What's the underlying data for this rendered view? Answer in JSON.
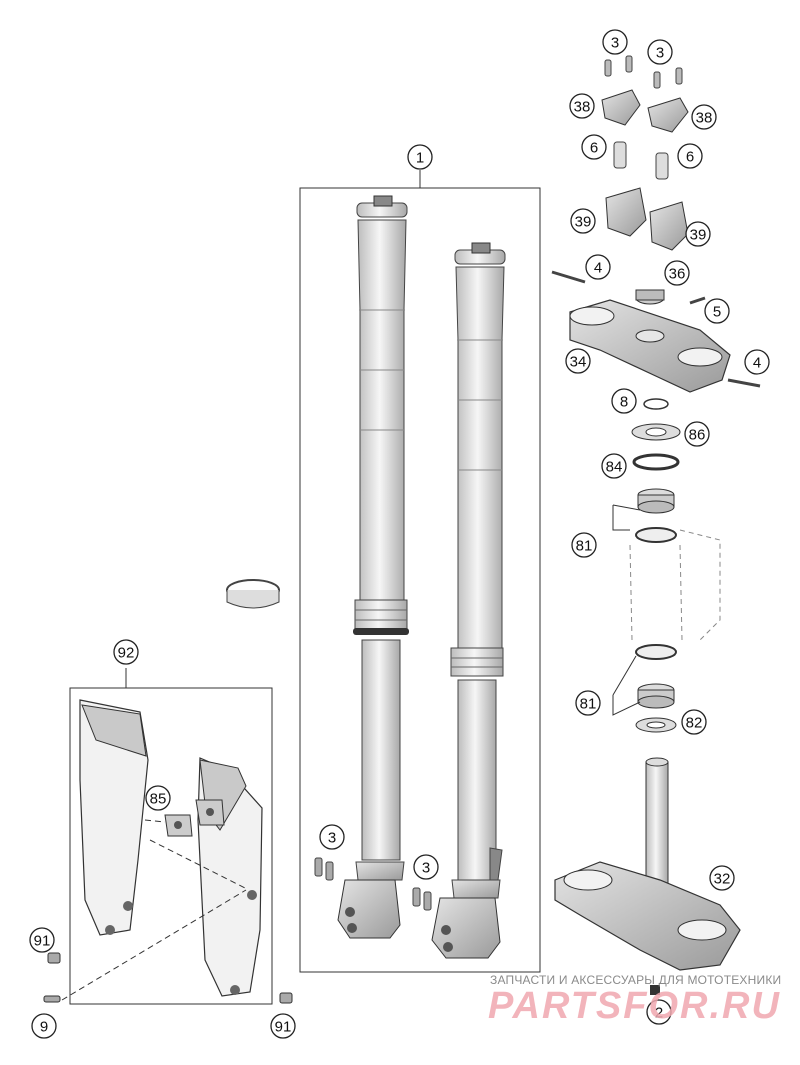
{
  "callouts": [
    {
      "id": "c1",
      "label": "1"
    },
    {
      "id": "c2",
      "label": "2"
    },
    {
      "id": "c3a",
      "label": "3"
    },
    {
      "id": "c3b",
      "label": "3"
    },
    {
      "id": "c3c",
      "label": "3"
    },
    {
      "id": "c3d",
      "label": "3"
    },
    {
      "id": "c4a",
      "label": "4"
    },
    {
      "id": "c4b",
      "label": "4"
    },
    {
      "id": "c5",
      "label": "5"
    },
    {
      "id": "c6a",
      "label": "6"
    },
    {
      "id": "c6b",
      "label": "6"
    },
    {
      "id": "c8",
      "label": "8"
    },
    {
      "id": "c9",
      "label": "9"
    },
    {
      "id": "c32",
      "label": "32"
    },
    {
      "id": "c34",
      "label": "34"
    },
    {
      "id": "c36",
      "label": "36"
    },
    {
      "id": "c38a",
      "label": "38"
    },
    {
      "id": "c38b",
      "label": "38"
    },
    {
      "id": "c39a",
      "label": "39"
    },
    {
      "id": "c39b",
      "label": "39"
    },
    {
      "id": "c81a",
      "label": "81"
    },
    {
      "id": "c81b",
      "label": "81"
    },
    {
      "id": "c82",
      "label": "82"
    },
    {
      "id": "c84",
      "label": "84"
    },
    {
      "id": "c85",
      "label": "85"
    },
    {
      "id": "c86",
      "label": "86"
    },
    {
      "id": "c91a",
      "label": "91"
    },
    {
      "id": "c91b",
      "label": "91"
    },
    {
      "id": "c92",
      "label": "92"
    }
  ],
  "watermark": {
    "tagline": "ЗАПЧАСТИ И АКСЕССУАРЫ ДЛЯ МОТОТЕХНИКИ",
    "logo": "PARTSFOR.RU"
  }
}
